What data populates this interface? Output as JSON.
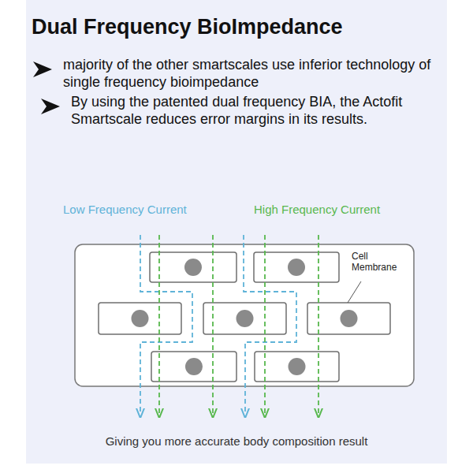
{
  "diagram": {
    "title": "Dual Frequency BioImpedance",
    "caption": "Giving you more accurate body composition result",
    "labels": [
      "majority of the other smartscales use inferior technology of single frequency bioimpedance",
      "By using the patented dual frequency BIA, the Actofit Smartscale reduces error margins in its results.",
      "Low Frequency Current",
      "High Frequency Current",
      "Cell Membrane"
    ]
  }
}
